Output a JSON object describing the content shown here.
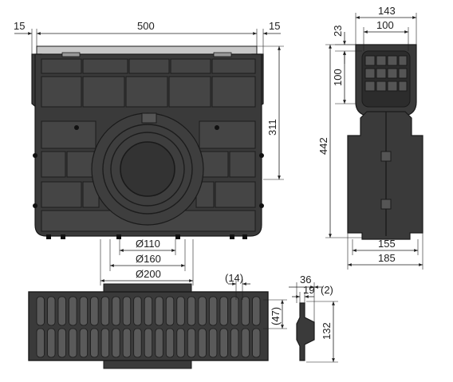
{
  "dimensions": {
    "front_left_margin": "15",
    "front_width": "500",
    "front_right_margin": "15",
    "front_height": "311",
    "outlet_d110": "Ø110",
    "outlet_d160": "Ø160",
    "outlet_d200": "Ø200",
    "side_top_width": "143",
    "side_inner_width": "100",
    "side_top_offset": "23",
    "side_grate_depth": "100",
    "side_total_height": "442",
    "side_base_inner": "155",
    "side_base_outer": "185",
    "grate_slot_width": "(14)",
    "grate_depth": "(47)",
    "profile_width": "36",
    "profile_inner": "19",
    "profile_lip": "(2)",
    "profile_height": "132"
  },
  "colors": {
    "body": "#3a3a3a",
    "outline": "#1a1a1a",
    "dimension": "#1e1e1e",
    "top_rail": "#c8c8c8"
  }
}
